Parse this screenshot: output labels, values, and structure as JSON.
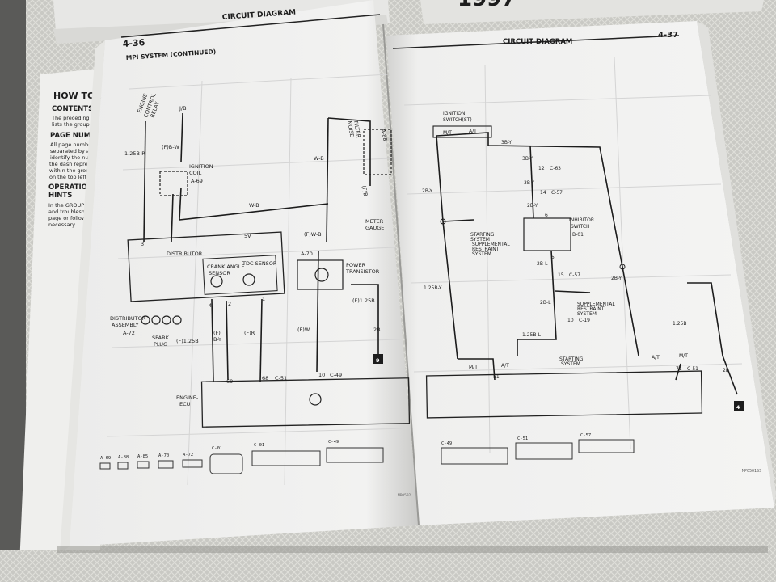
{
  "left_page": {
    "header": "CIRCUIT DIAGRAM",
    "page_number": "4-36",
    "section_title": "MPI SYSTEM (CONTINUED)",
    "footer_code": "MP0502"
  },
  "right_page": {
    "header": "CIRCUIT DIAGRAM",
    "page_number": "4-37",
    "footer_code": "MP0501SS"
  },
  "back_page": {
    "heading": "HOW TO U",
    "section_1": "CONTENTS",
    "text_1": [
      "The preceding p",
      "lists the group t"
    ],
    "section_2": "PAGE NUMB",
    "text_2": [
      "All page numbe",
      "separated by a c",
      "identify the numb",
      "the dash repres",
      "within the group",
      "on the top left"
    ],
    "section_3": [
      "OPERATION",
      "HINTS"
    ],
    "text_3": [
      "In the GROUP",
      "and troublesho",
      "page or follow",
      "necessary."
    ]
  },
  "background_book": {
    "spine_text": "1997"
  },
  "left_diagram": {
    "labels": {
      "engine_control_relay": [
        "ENGINE",
        "CONTROL",
        "RELAY"
      ],
      "jb": "J/B",
      "ignition_coil": [
        "IGNITION",
        "COIL"
      ],
      "ignition_coil_conn": "A-69",
      "wire_125br": "1.25B-R",
      "wire_fbw": "(F)B-W",
      "wire_wb_1": "W-B",
      "wire_wb_2": "W-B",
      "noise_filter": [
        "NOISE",
        "FILTER"
      ],
      "noise_filter_conn": "A-88",
      "meter_gauge": [
        "METER",
        "GAUGE"
      ],
      "wire_fb": "(F)B",
      "distributor": "DISTRIBUTOR",
      "crank_angle_sensor": [
        "CRANK ANGLE",
        "SENSOR"
      ],
      "tdc_sensor": "TDC SENSOR",
      "five_v": "5V",
      "distributor_assembly": [
        "DISTRIBUTOR",
        "ASSEMBLY"
      ],
      "distributor_conn": "A-72",
      "spark_plug": [
        "SPARK",
        "PLUG"
      ],
      "wire_f125b_1": "(F)1.25B",
      "wire_fby": "(F)",
      "wire_fby_2": "B-Y",
      "wire_fr": "(F)R",
      "power_transistor": [
        "POWER",
        "TRANSISTOR"
      ],
      "power_transistor_conn": "A-70",
      "wire_fwb": "(F)W-B",
      "wire_f125b_2": "(F)1.25B",
      "wire_2b": "2B",
      "wire_fw": "(F)W",
      "ground_number": "9",
      "pin_69": "69",
      "pin_68": "68",
      "conn_c51": "C-51",
      "pin_10": "10",
      "conn_c49": "C-49",
      "engine_ecu": [
        "ENGINE-",
        "ECU"
      ],
      "pin_3": "3",
      "pin_2": "2",
      "pin_1": "1",
      "pin_4": "4"
    },
    "connectors": [
      "A-69",
      "A-88",
      "A-85",
      "A-70",
      "A-72",
      "C-01",
      "C-01",
      "C-49"
    ]
  },
  "right_diagram": {
    "labels": {
      "ignition_switch": [
        "IGNITION",
        "SWITCH(ST)"
      ],
      "mt_top": "M/T",
      "at_top": "A/T",
      "wire_3by_1": "3B-Y",
      "wire_3by_2": "3B-Y",
      "wire_3by_3": "3B-Y",
      "wire_2by_1": "2B-Y",
      "wire_2by_2": "2B-Y",
      "wire_2by_3": "2B-Y",
      "pin_12": "12",
      "conn_c63": "C-63",
      "pin_14": "14",
      "conn_c57_1": "C-57",
      "inhibitor_switch": [
        "INHIBITOR",
        "SWITCH"
      ],
      "inhibitor_conn": "B-01",
      "starting_system_1": [
        "STARTING",
        "SYSTEM",
        "SUPPLEMENTAL",
        "RESTRAINT",
        "SYSTEM"
      ],
      "wire_2bl_1": "2B-L",
      "wire_2bl_2": "2B-L",
      "pin_15": "15",
      "conn_c57_2": "C-57",
      "supplemental_restraint": [
        "SUPPLEMENTAL",
        "RESTRAINT",
        "SYSTEM"
      ],
      "pin_10": "10",
      "conn_c19": "C-19",
      "wire_125by": "1.25B-Y",
      "wire_125bl": "1.25B-L",
      "starting_system_2": [
        "STARTING",
        "SYSTEM"
      ],
      "mt_bottom": "M/T",
      "at_bottom": "A/T",
      "at_right": "A/T",
      "mt_right": "M/T",
      "wire_125b": "1.25B",
      "pin_51": "51",
      "pin_71": "71",
      "conn_c51": "C-51",
      "wire_2b": "2B",
      "ground_number": "4",
      "pin_5": "5",
      "pin_6": "6"
    },
    "connectors": [
      "C-49",
      "C-51",
      "C-57"
    ]
  }
}
